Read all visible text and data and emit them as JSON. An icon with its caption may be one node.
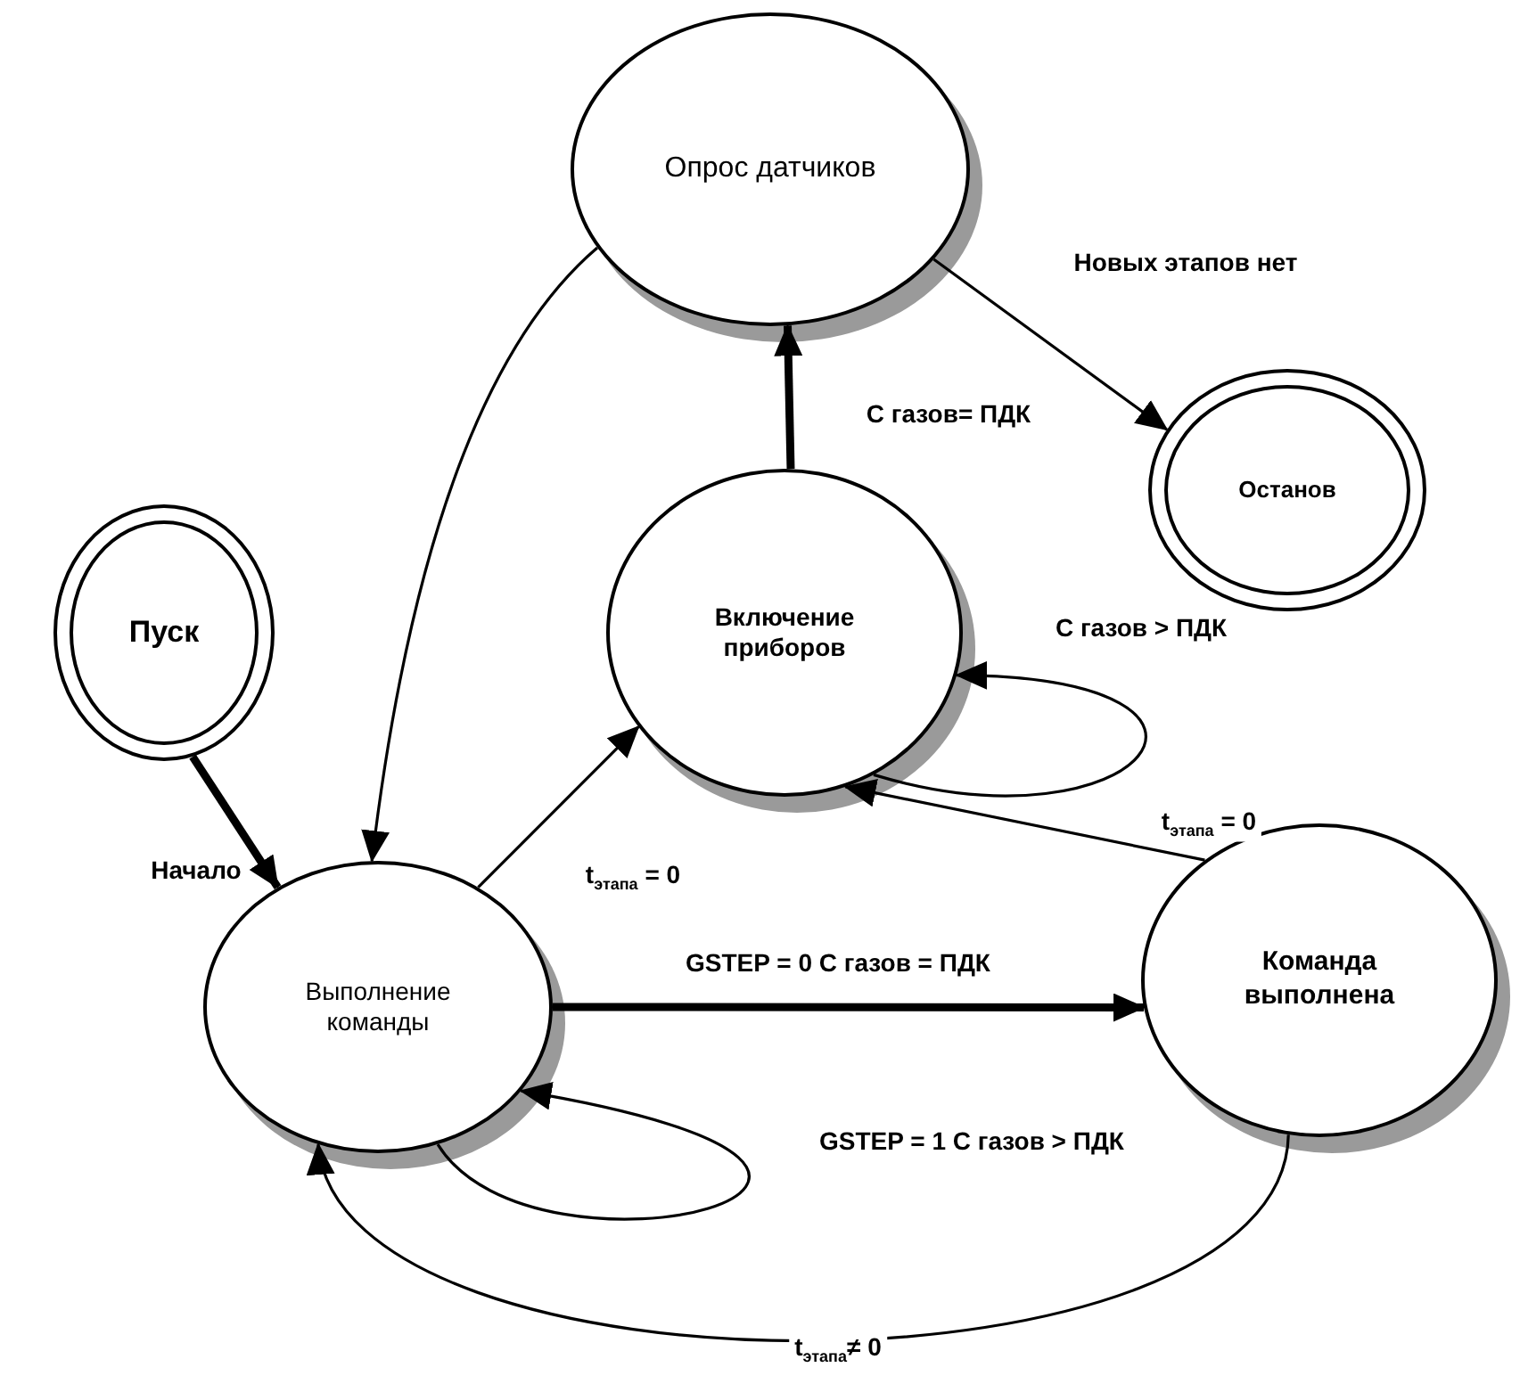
{
  "diagram": {
    "nodes": [
      {
        "text": [
          "Опрос датчиков"
        ]
      },
      {
        "text": [
          "Останов"
        ]
      },
      {
        "text": [
          "Пуск"
        ]
      },
      {
        "text": [
          "Включение приборов"
        ]
      },
      {
        "text": [
          "Выполнение команды"
        ]
      },
      {
        "text": [
          "Команда выполнена"
        ]
      }
    ],
    "edges": [
      {
        "from": 0,
        "to": 4,
        "arrow": "to"
      },
      {
        "from": 0,
        "to": 1,
        "arrow": "to",
        "label": "Новых этапов нет"
      },
      {
        "from": 3,
        "to": 0,
        "arrow": "to",
        "label": "С газов= ПДК",
        "style": "thick"
      },
      {
        "from": 3,
        "to": 3,
        "arrow": "to",
        "label": "С газов > ПДК"
      },
      {
        "from": 2,
        "to": 4,
        "arrow": "to",
        "label": "Начало",
        "style": "thick"
      },
      {
        "from": 4,
        "to": 3,
        "arrow": "to",
        "label": "t$_{этапа}$ = 0"
      },
      {
        "from": 5,
        "to": 3,
        "arrow": "to",
        "label": "t$_{этапа}$ = 0"
      },
      {
        "from": 4,
        "to": 5,
        "arrow": "to",
        "label": "GSTEP = 0 С газов = ПДК",
        "style": "thick"
      },
      {
        "from": 4,
        "to": 4,
        "arrow": "to",
        "label": "GSTEP = 1 С газов > ПДК"
      },
      {
        "from": 5,
        "to": 4,
        "arrow": "to",
        "label": "t$_{этапа}$≠ 0"
      }
    ]
  }
}
